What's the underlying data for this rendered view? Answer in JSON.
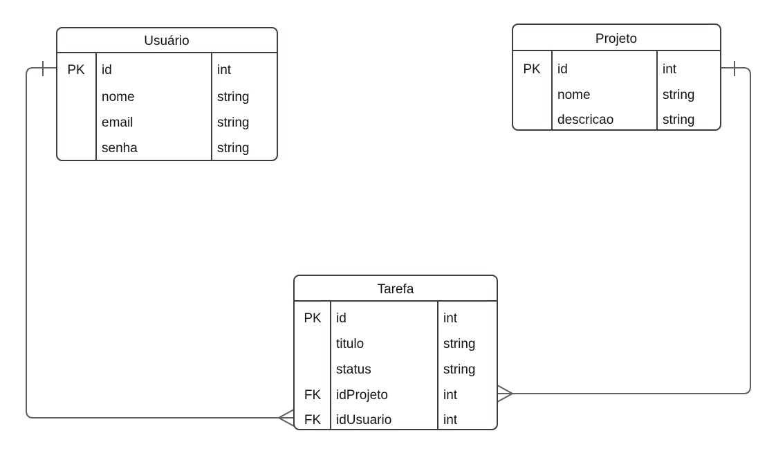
{
  "diagram": {
    "kind": "entity-relationship-diagram",
    "colors": {
      "background": "#ffffff",
      "entity_border": "#373c46",
      "relationship_line": "#5c6066",
      "text": "#10141c"
    },
    "entities": [
      {
        "id": "usuario",
        "title": "Usuário",
        "rows": [
          {
            "key": "PK",
            "attribute": "id",
            "type": "int"
          },
          {
            "key": "",
            "attribute": "nome",
            "type": "string"
          },
          {
            "key": "",
            "attribute": "email",
            "type": "string"
          },
          {
            "key": "",
            "attribute": "senha",
            "type": "string"
          }
        ]
      },
      {
        "id": "projeto",
        "title": "Projeto",
        "rows": [
          {
            "key": "PK",
            "attribute": "id",
            "type": "int"
          },
          {
            "key": "",
            "attribute": "nome",
            "type": "string"
          },
          {
            "key": "",
            "attribute": "descricao",
            "type": "string"
          }
        ]
      },
      {
        "id": "tarefa",
        "title": "Tarefa",
        "rows": [
          {
            "key": "PK",
            "attribute": "id",
            "type": "int"
          },
          {
            "key": "",
            "attribute": "titulo",
            "type": "string"
          },
          {
            "key": "",
            "attribute": "status",
            "type": "string"
          },
          {
            "key": "FK",
            "attribute": "idProjeto",
            "type": "int"
          },
          {
            "key": "FK",
            "attribute": "idUsuario",
            "type": "int"
          }
        ]
      }
    ],
    "relationships": [
      {
        "id": "usuario-tarefa",
        "from_entity": "usuario",
        "from_attribute": "id",
        "from_cardinality": "one",
        "to_entity": "tarefa",
        "to_attribute": "idUsuario",
        "to_cardinality": "many"
      },
      {
        "id": "projeto-tarefa",
        "from_entity": "projeto",
        "from_attribute": "id",
        "from_cardinality": "one",
        "to_entity": "tarefa",
        "to_attribute": "idProjeto",
        "to_cardinality": "many"
      }
    ]
  }
}
